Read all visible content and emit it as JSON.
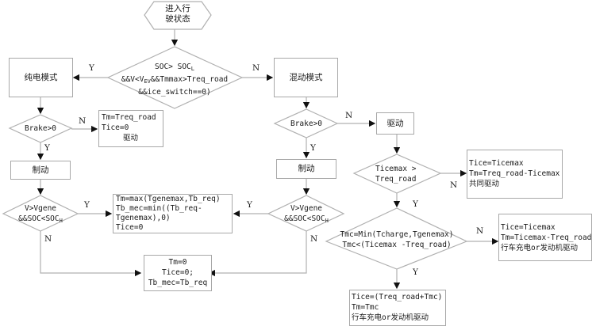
{
  "start": {
    "line1": "进入行",
    "line2": "驶状态"
  },
  "decision_main": {
    "line1_a": "SOC> SOC",
    "line1_sub": "L",
    "line2_a": "&&V<V",
    "line2_sub": "EV",
    "line2_b": "&&Tmmax>Treq_road",
    "line3": "&&ice_switch==0)"
  },
  "ev_mode": {
    "label": "纯电模式"
  },
  "hybrid_mode": {
    "label": "混动模式"
  },
  "ev_brake": {
    "label": "Brake>0"
  },
  "hy_brake": {
    "label": "Brake>0"
  },
  "ev_drive_box": {
    "line1": "Tm=Treq_road",
    "line2": "Tice=0",
    "line3": "驱动"
  },
  "ev_braking": {
    "label": "制动"
  },
  "hy_braking": {
    "label": "制动"
  },
  "hy_drive": {
    "label": "驱动"
  },
  "ev_regen_decision": {
    "line1": "V>Vgene",
    "line2_a": "&&SOC<SOC",
    "line2_sub": "H"
  },
  "hy_regen_decision": {
    "line1": "V>Vgene",
    "line2_a": "&&SOC<SOC",
    "line2_sub": "H"
  },
  "regen_box": {
    "line1": "Tm=max(Tgenemax,Tb_req)",
    "line2": "Tb_mec=min((Tb_req-",
    "line3": "Tgenemax),0)",
    "line4": "Tice=0"
  },
  "mech_brake_box": {
    "line1": "Tm=0",
    "line2": "Tice=0;",
    "line3": "Tb_mec=Tb_req"
  },
  "ticemax_decision": {
    "line1": "Ticemax >",
    "line2": "Treq_road"
  },
  "co_drive_box": {
    "line1": "Tice=Ticemax",
    "line2": "Tm=Treq_road-Ticemax",
    "line3": "共同驱动"
  },
  "tmc_decision": {
    "line1": "Tmc=Min(Tcharge,Tgenemax)",
    "line2": "Tmc<(Ticemax -Treq_road)"
  },
  "charge_n_box": {
    "line1": "Tice=Ticemax",
    "line2": "Tm=Ticemax-Treq_road",
    "line3": "行车充电or发动机驱动"
  },
  "charge_y_box": {
    "line1": "Tice=(Treq_road+Tmc)",
    "line2": "Tm=Tmc",
    "line3": "行车充电or发动机驱动"
  },
  "edge_labels": {
    "yes": "Y",
    "no": "N"
  }
}
